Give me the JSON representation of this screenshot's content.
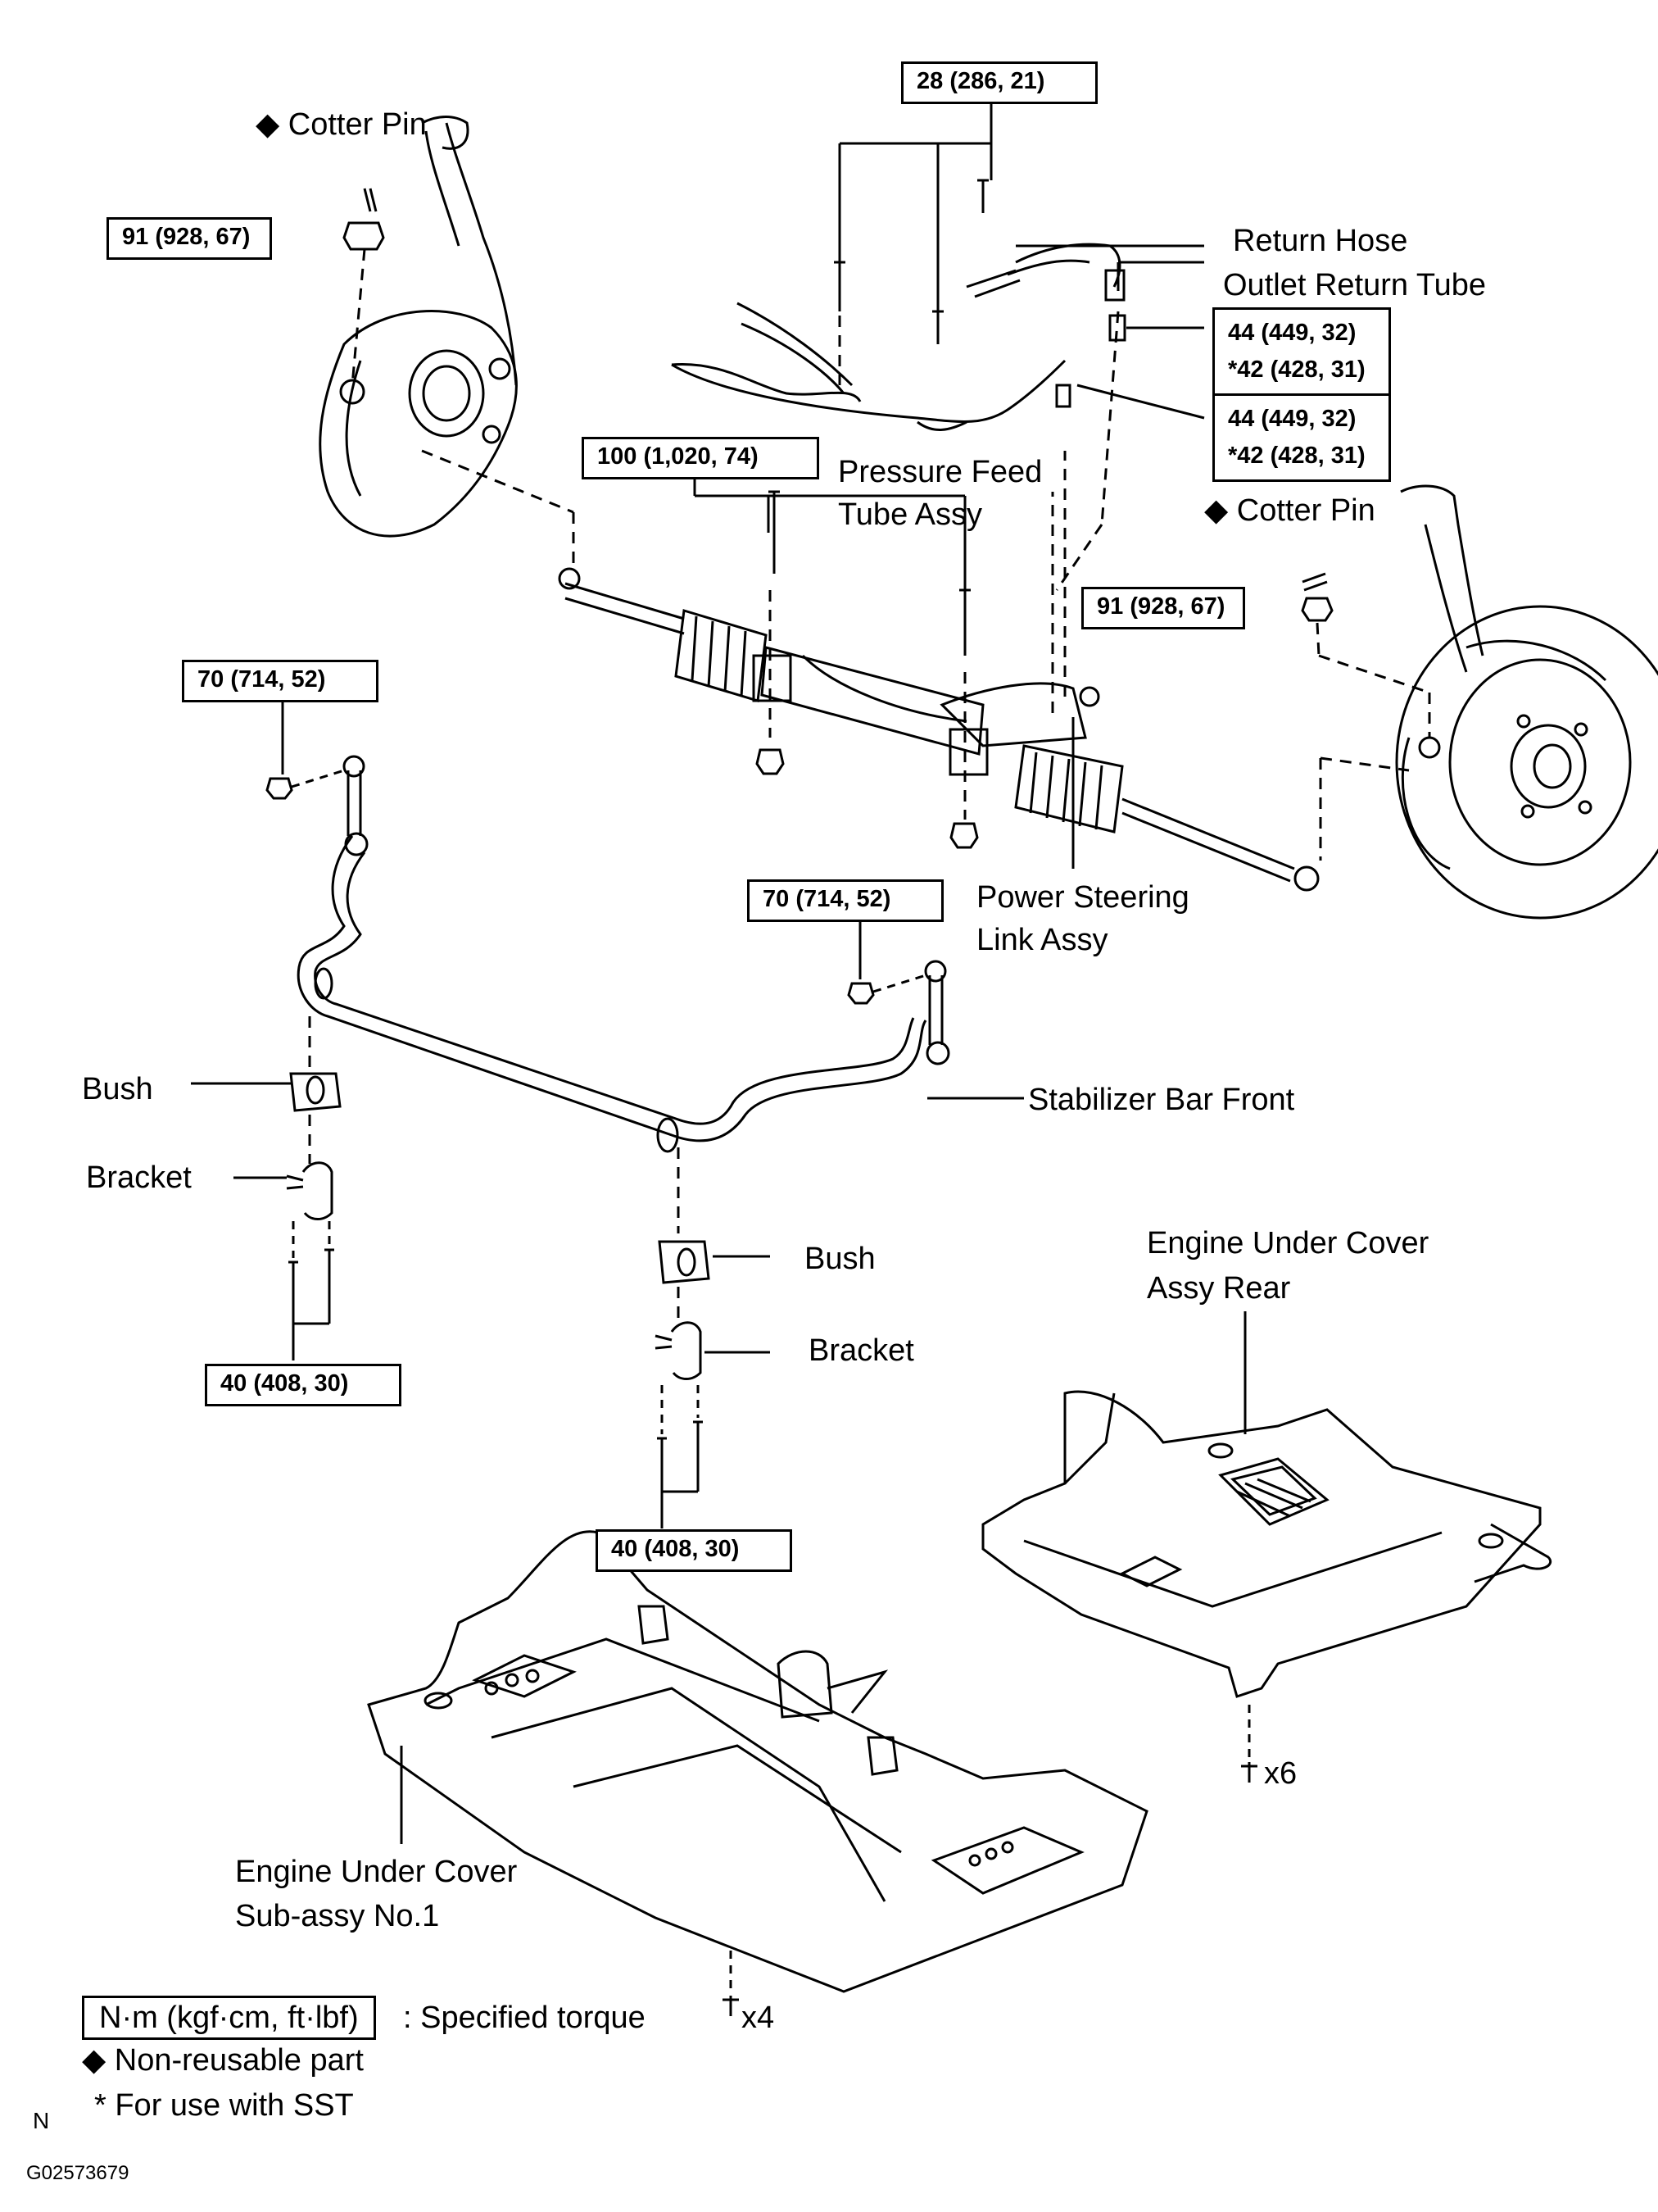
{
  "torques": {
    "t28": "28 (286, 21)",
    "t91_left": "91 (928, 67)",
    "t91_right": "91 (928, 67)",
    "t44_upper": [
      "44 (449, 32)",
      "*42 (428, 31)"
    ],
    "t44_lower": [
      "44 (449, 32)",
      "*42 (428, 31)"
    ],
    "t100": "100 (1,020, 74)",
    "t70_left": "70 (714, 52)",
    "t70_right": "70 (714, 52)",
    "t40_left": "40 (408, 30)",
    "t40_right": "40 (408, 30)"
  },
  "labels": {
    "cotter_pin_left": "◆ Cotter Pin",
    "cotter_pin_right": "◆ Cotter Pin",
    "return_hose": "Return Hose",
    "outlet_return_tube": "Outlet Return Tube",
    "pressure_feed_1": "Pressure Feed",
    "pressure_feed_2": "Tube Assy",
    "power_steering_1": "Power Steering",
    "power_steering_2": "Link Assy",
    "bush_left": "Bush",
    "bracket_left": "Bracket",
    "stabilizer_bar": "Stabilizer Bar Front",
    "bush_center": "Bush",
    "bracket_center": "Bracket",
    "under_cover_rear_1": "Engine Under Cover",
    "under_cover_rear_2": "Assy Rear",
    "under_cover_no1_1": "Engine Under Cover",
    "under_cover_no1_2": "Sub-assy No.1",
    "x6": "x6",
    "x4": "x4"
  },
  "legend": {
    "torque_unit": "N·m (kgf·cm, ft·lbf)",
    "torque_desc": ": Specified torque",
    "non_reusable": "◆ Non-reusable part",
    "sst": "* For use with SST"
  },
  "footer": {
    "north_mark": "N",
    "figure_id": "G02573679"
  }
}
